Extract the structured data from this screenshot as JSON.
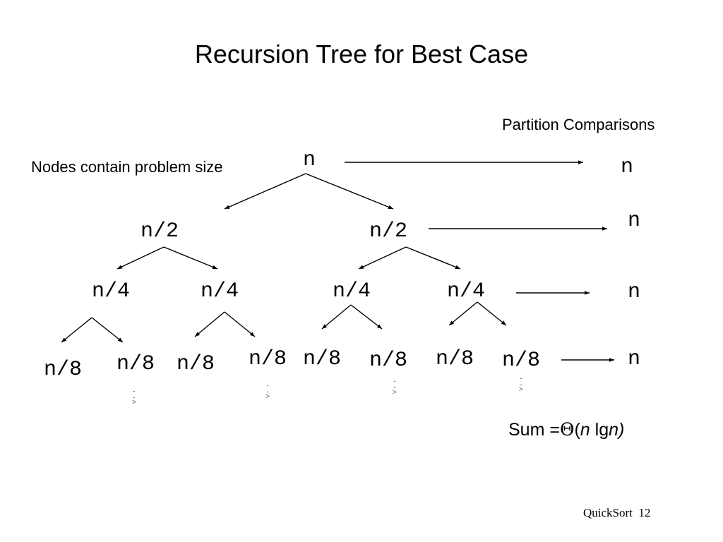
{
  "slide": {
    "title": "Recursion Tree for Best Case",
    "nodes_note": "Nodes contain problem size",
    "column_header": "Partition Comparisons",
    "tree": {
      "root": "n",
      "level1": [
        "n/2",
        "n/2"
      ],
      "level2": [
        "n/4",
        "n/4",
        "n/4",
        "n/4"
      ],
      "level3": [
        "n/8",
        "n/8",
        "n/8",
        "n/8",
        "n/8",
        "n/8",
        "n/8",
        "n/8"
      ]
    },
    "comparisons": [
      "n",
      "n",
      "n",
      "n"
    ],
    "continuation": ".\n.\n>",
    "sum": {
      "prefix": "Sum =",
      "theta": "Θ",
      "open": "(",
      "n1": "n",
      "lg": " lg",
      "n2": "n",
      "close": ")"
    },
    "footer": {
      "deck": "QuickSort",
      "page": "12"
    }
  }
}
